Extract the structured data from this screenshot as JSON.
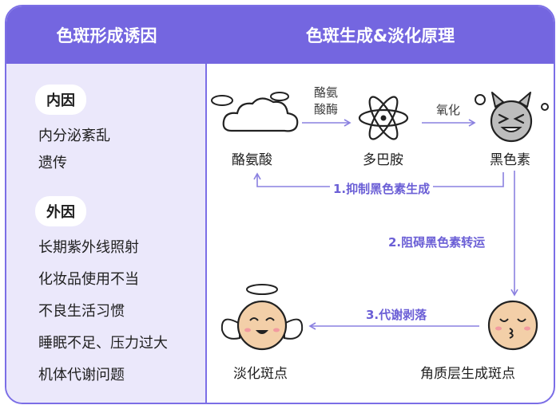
{
  "left": {
    "header": "色斑形成诱因",
    "internal": {
      "label": "内因",
      "items": [
        "内分泌紊乱",
        "遗传"
      ]
    },
    "external": {
      "label": "外因",
      "items": [
        "长期紫外线照射",
        "化妆品使用不当",
        "不良生活习惯",
        "睡眠不足、压力过大",
        "机体代谢问题"
      ]
    }
  },
  "right": {
    "header": "色斑生成&淡化原理",
    "nodes": {
      "tyrosine": "酪氨酸",
      "dopamine": "多巴胺",
      "melanin": "黑色素",
      "keratin_spot": "角质层生成斑点",
      "faded_spot": "淡化斑点"
    },
    "arrows": {
      "enzyme_line1": "酪氨",
      "enzyme_line2": "酸酶",
      "oxidation": "氧化"
    },
    "steps": {
      "step1": "1.抑制黑色素生成",
      "step2": "2.阻碍黑色素转运",
      "step3": "3.代谢剥落"
    }
  },
  "colors": {
    "accent": "#7466e0",
    "panel_bg": "#ebe8fb",
    "face_fill": "#f3cfa8",
    "devil_fill": "#bdbdbd",
    "cheek": "#f29aa0"
  },
  "icons": [
    "cloud-icon",
    "atom-icon",
    "devil-icon",
    "kiss-face-icon",
    "angel-face-icon"
  ]
}
